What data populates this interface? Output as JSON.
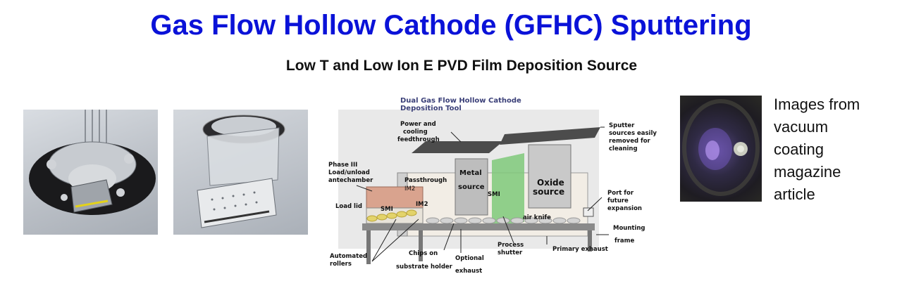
{
  "slide": {
    "title": "Gas Flow Hollow Cathode (GFHC) Sputtering",
    "subtitle": "Low T and Low Ion E  PVD Film Deposition Source"
  },
  "caption": {
    "lines": [
      "Images from",
      "vacuum",
      "coating",
      "magazine",
      "article"
    ]
  },
  "diagram": {
    "heading_line1": "Dual Gas Flow Hollow Cathode",
    "heading_line2": "Deposition Tool",
    "labels": {
      "power_cooling_1": "Power and",
      "power_cooling_2": "cooling",
      "power_cooling_3": "feedthrough",
      "sputter_1": "Sputter",
      "sputter_2": "sources easily",
      "sputter_3": "removed for",
      "sputter_4": "cleaning",
      "phase_1": "Phase III",
      "phase_2": "Load/unload",
      "phase_3": "antechamber",
      "passthrough": "Passthrough",
      "metal_1": "Metal",
      "metal_2": "source",
      "oxide_1": "Oxide",
      "oxide_2": "source",
      "smi_center": "SMI",
      "im2_left": "IM2",
      "im2_right": "IM2",
      "smi_left": "SMI",
      "load_lid": "Load lid",
      "port_1": "Port for",
      "port_2": "future",
      "port_3": "expansion",
      "air_knife": "air knife",
      "mounting_1": "Mounting",
      "mounting_2": "frame",
      "automated_1": "Automated",
      "automated_2": "rollers",
      "chips_1": "Chips  on",
      "chips_2": "substrate holder",
      "optional_1": "Optional",
      "optional_2": "exhaust",
      "process_1": "Process",
      "process_2": "shutter",
      "primary": "Primary  exhaust"
    }
  }
}
